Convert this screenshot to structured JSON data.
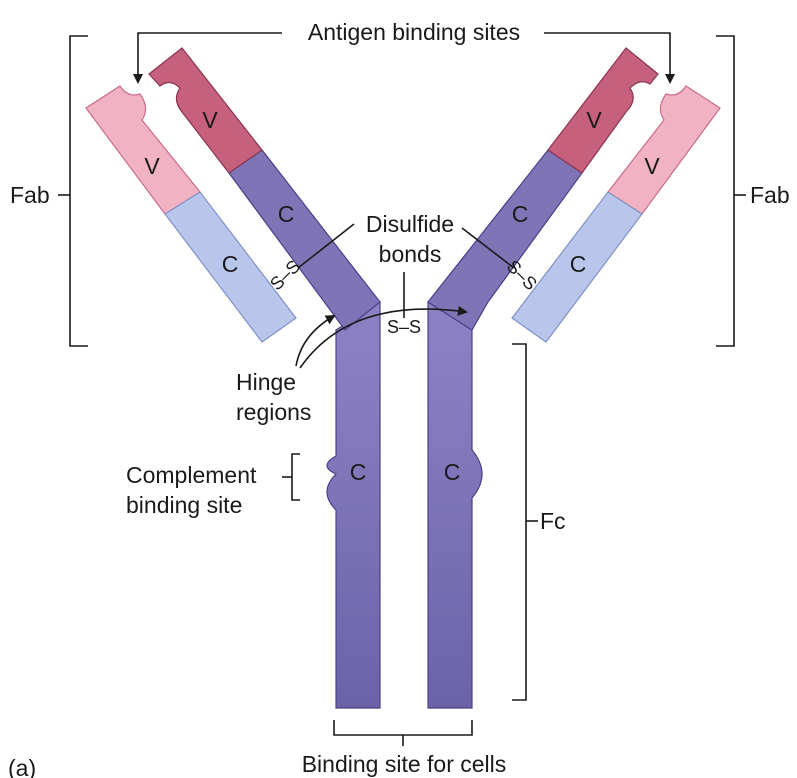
{
  "title_label": "Antigen binding sites",
  "labels": {
    "fab_left": "Fab",
    "fab_right": "Fab",
    "disulfide": [
      "Disulfide",
      "bonds"
    ],
    "hinge": [
      "Hinge",
      "regions"
    ],
    "complement": [
      "Complement",
      "binding site"
    ],
    "fc": "Fc",
    "cell_binding": "Binding site for cells",
    "panel": "(a)"
  },
  "segments": {
    "variable": "V",
    "constant": "C"
  },
  "bond_label": "S–S",
  "colors": {
    "heavy_chain": "#7d72b5",
    "heavy_chain_dark": "#5a4f96",
    "heavy_variable": "#c8627f",
    "light_variable": "#f2b6c4",
    "light_constant": "#b8c7ea",
    "outline": "#1a1a1a"
  }
}
